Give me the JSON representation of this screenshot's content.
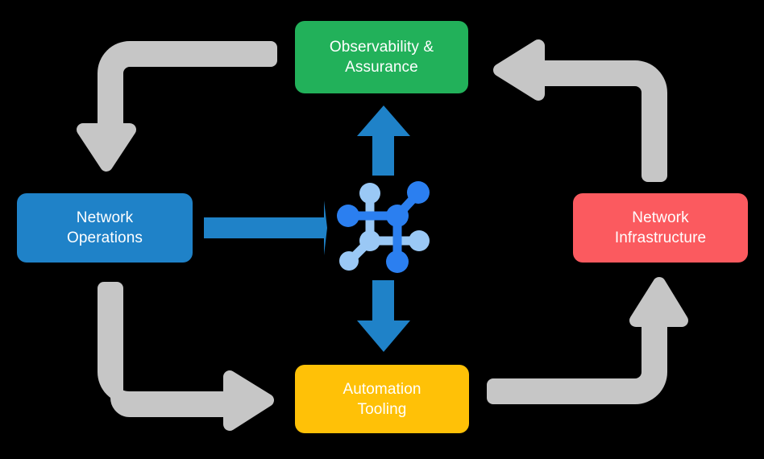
{
  "diagram": {
    "title": "Network automation lifecycle loop",
    "background_color": "#000000",
    "nodes": [
      {
        "id": "observability",
        "label": "Observability &\nAssurance",
        "color": "#22b15a",
        "text_color": "#ffffff",
        "position": "top"
      },
      {
        "id": "network-operations",
        "label": "Network\nOperations",
        "color": "#1f82c8",
        "text_color": "#ffffff",
        "position": "left"
      },
      {
        "id": "network-infrastructure",
        "label": "Network\nInfrastructure",
        "color": "#fb5a5f",
        "text_color": "#ffffff",
        "position": "right"
      },
      {
        "id": "automation-tooling",
        "label": "Automation\nTooling",
        "color": "#ffc107",
        "text_color": "#ffffff",
        "position": "bottom"
      }
    ],
    "center_icon": {
      "name": "network-topology-icon",
      "primary_color": "#2b7ff0",
      "secondary_color": "#9ac8f5"
    },
    "connectors": {
      "blue_color": "#1f82c8",
      "gray_color": "#c6c6c6",
      "blue_arrows": [
        {
          "id": "operations-to-center",
          "direction": "right"
        },
        {
          "id": "center-to-observability",
          "direction": "up"
        },
        {
          "id": "center-to-automation",
          "direction": "down"
        }
      ],
      "gray_arrows": [
        {
          "id": "observability-to-operations",
          "direction": "down",
          "corner": "top-left"
        },
        {
          "id": "infrastructure-to-observability",
          "direction": "left",
          "corner": "top-right"
        },
        {
          "id": "operations-to-automation",
          "direction": "right",
          "corner": "bottom-left"
        },
        {
          "id": "automation-to-infrastructure",
          "direction": "up",
          "corner": "bottom-right"
        }
      ]
    }
  }
}
